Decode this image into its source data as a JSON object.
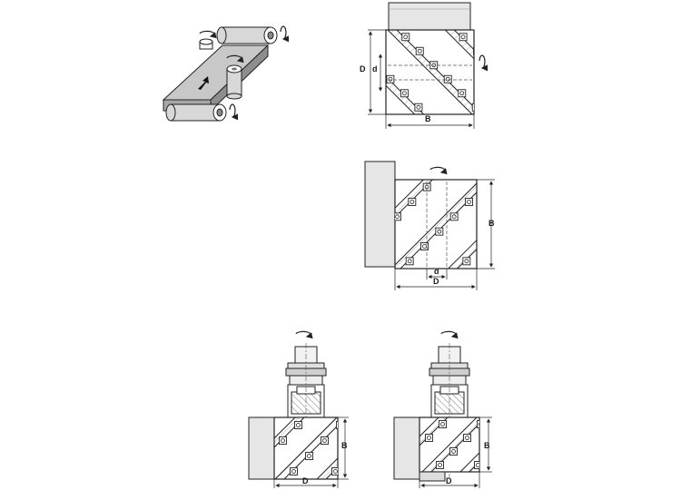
{
  "figures": {
    "fig2": {
      "label_D": "D",
      "label_d": "d",
      "label_B": "B"
    },
    "fig3": {
      "label_B": "B",
      "label_d": "d",
      "label_D": "D"
    },
    "fig4": {
      "label_B": "B",
      "label_D": "D"
    },
    "fig5": {
      "label_B": "B",
      "label_D": "D"
    }
  }
}
